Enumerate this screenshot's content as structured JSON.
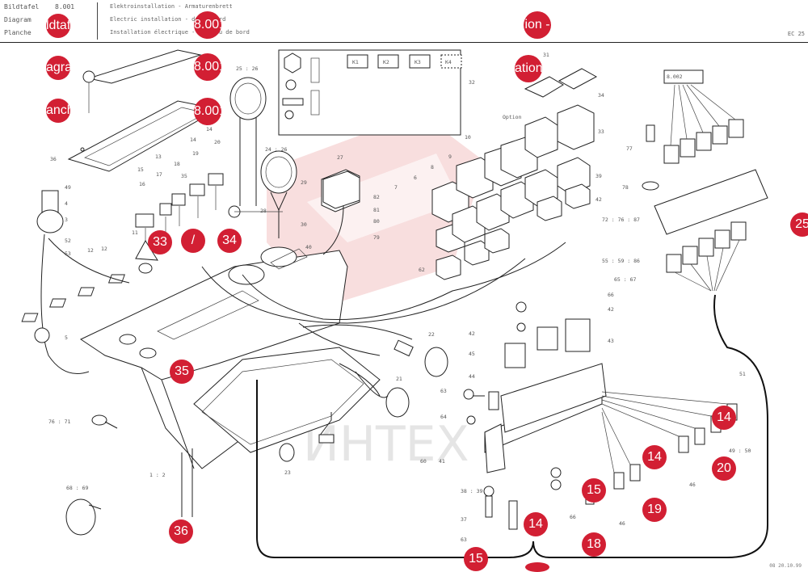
{
  "header": {
    "labels": [
      "Bildtafel",
      "Diagram",
      "Planche"
    ],
    "value": "8.001",
    "descriptions": [
      "Elektroinstallation - Armaturenbrett",
      "Electric installation - dash board",
      "Installation électrique - tableau de bord"
    ],
    "code": "EC 25",
    "footer": "08 20.10.99"
  },
  "watermark": "ИНТЕХ",
  "hotspots": {
    "h1": "ldtaf",
    "h2": "8.001",
    "h3": "ion -",
    "h4": "agra",
    "h5": "8.001",
    "h6": "anch",
    "h7": "8.001",
    "h8": "ation",
    "h9": "25",
    "h10": "33",
    "h11": "/",
    "h12": "34",
    "h13": "35",
    "h14": "36",
    "h15": "14",
    "h16": "14",
    "h17": "20",
    "h18": "15",
    "h19": "19",
    "h20": "14",
    "h21": "18",
    "h22": "15"
  },
  "part_numbers": {
    "p1": "25 : 26",
    "p2": "24 : 26",
    "p3": "27",
    "p4": "28",
    "p5": "29",
    "p6": "30",
    "p7": "31",
    "p8": "32",
    "p9": "34",
    "p10": "33",
    "p11": "Option",
    "p12": "10",
    "p13": "9",
    "p14": "8",
    "p15": "6",
    "p16": "7",
    "p17": "82",
    "p18": "81",
    "p19": "80",
    "p20": "79",
    "p21": "62",
    "p22": "42",
    "p23": "39",
    "p24": "8.002",
    "p25": "77",
    "p26": "78",
    "p27": "72 : 76 : 87",
    "p28": "55 : 59 : 86",
    "p29": "65 : 67",
    "p30": "66",
    "p31": "42",
    "p32": "43",
    "p33": "42",
    "p34": "45",
    "p35": "44",
    "p36": "63",
    "p37": "64",
    "p38": "22",
    "p39": "21",
    "p40": "23",
    "p41": "60",
    "p42": "38 : 39",
    "p43": "37",
    "p44": "63",
    "p45": "41",
    "p46": "49 : 50",
    "p47": "46",
    "p48": "46",
    "p49": "51",
    "p50": "76 : 71",
    "p51": "68 : 69",
    "p52": "1 : 2",
    "p53": "36",
    "p54": "14",
    "p55": "15",
    "p56": "17",
    "p57": "18",
    "p58": "19",
    "p59": "20",
    "p60": "13",
    "p61": "16",
    "p62": "12",
    "p63": "11",
    "p64": "49",
    "p65": "4",
    "p66": "3",
    "p67": "52",
    "p68": "53",
    "p69": "5",
    "p70": "14",
    "p71": "35",
    "p72": "12",
    "p73": "K1",
    "p74": "K2",
    "p75": "K3",
    "p76": "K4",
    "p77": "32",
    "p78": "40",
    "p79": "66"
  },
  "colors": {
    "hotspot": "#d21f33",
    "watermark": "#f3c4c4",
    "line": "#222222"
  }
}
